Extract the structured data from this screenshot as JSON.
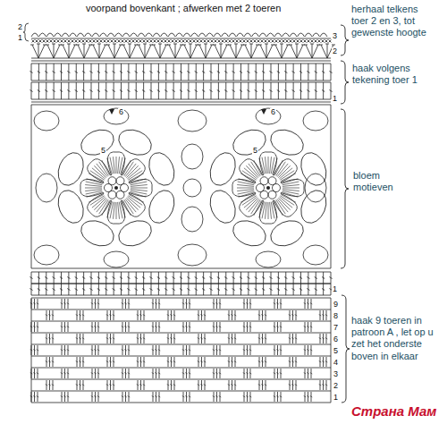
{
  "diagram": {
    "title": "voorpand bovenkant ; afwerken met 2 toeren",
    "labels": [
      "herhaal telkens toer 2 en 3, tot gewenste hoogte",
      "haak volgens tekening toer 1",
      "bloem motieven",
      "haak 9 toeren in patroon A , let op u zet het onderste boven in elkaar",
      "2",
      "1",
      "3",
      "2",
      "1",
      "6",
      "5",
      "6",
      "5",
      "1",
      "9",
      "8",
      "7",
      "6",
      "5",
      "4",
      "3",
      "2",
      "1",
      "Страна Мам"
    ]
  }
}
